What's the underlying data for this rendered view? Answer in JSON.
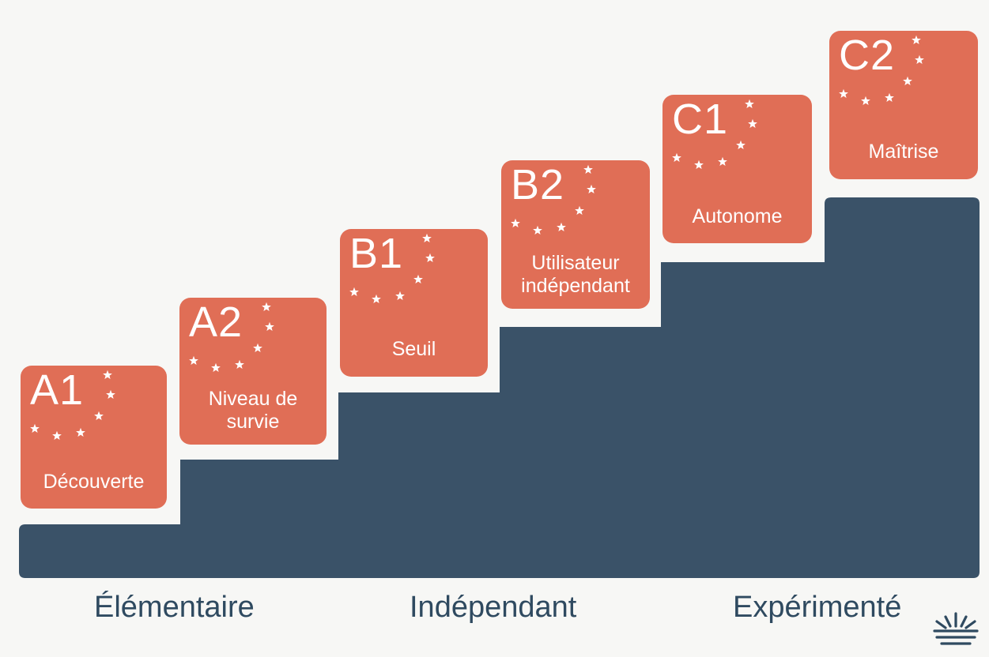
{
  "levels": [
    {
      "code": "A1",
      "name": "Découverte"
    },
    {
      "code": "A2",
      "name": "Niveau de survie"
    },
    {
      "code": "B1",
      "name": "Seuil"
    },
    {
      "code": "B2",
      "name": "Utilisateur indépendant"
    },
    {
      "code": "C1",
      "name": "Autonome"
    },
    {
      "code": "C2",
      "name": "Maîtrise"
    }
  ],
  "groups": [
    "Élémentaire",
    "Indépendant",
    "Expérimenté"
  ],
  "colors": {
    "card": "#e06e56",
    "stairs": "#3a5268",
    "text": "#2f4a60",
    "background": "#f7f7f5"
  },
  "icons": [
    "eu-stars-icon",
    "sunrise-logo-icon"
  ]
}
